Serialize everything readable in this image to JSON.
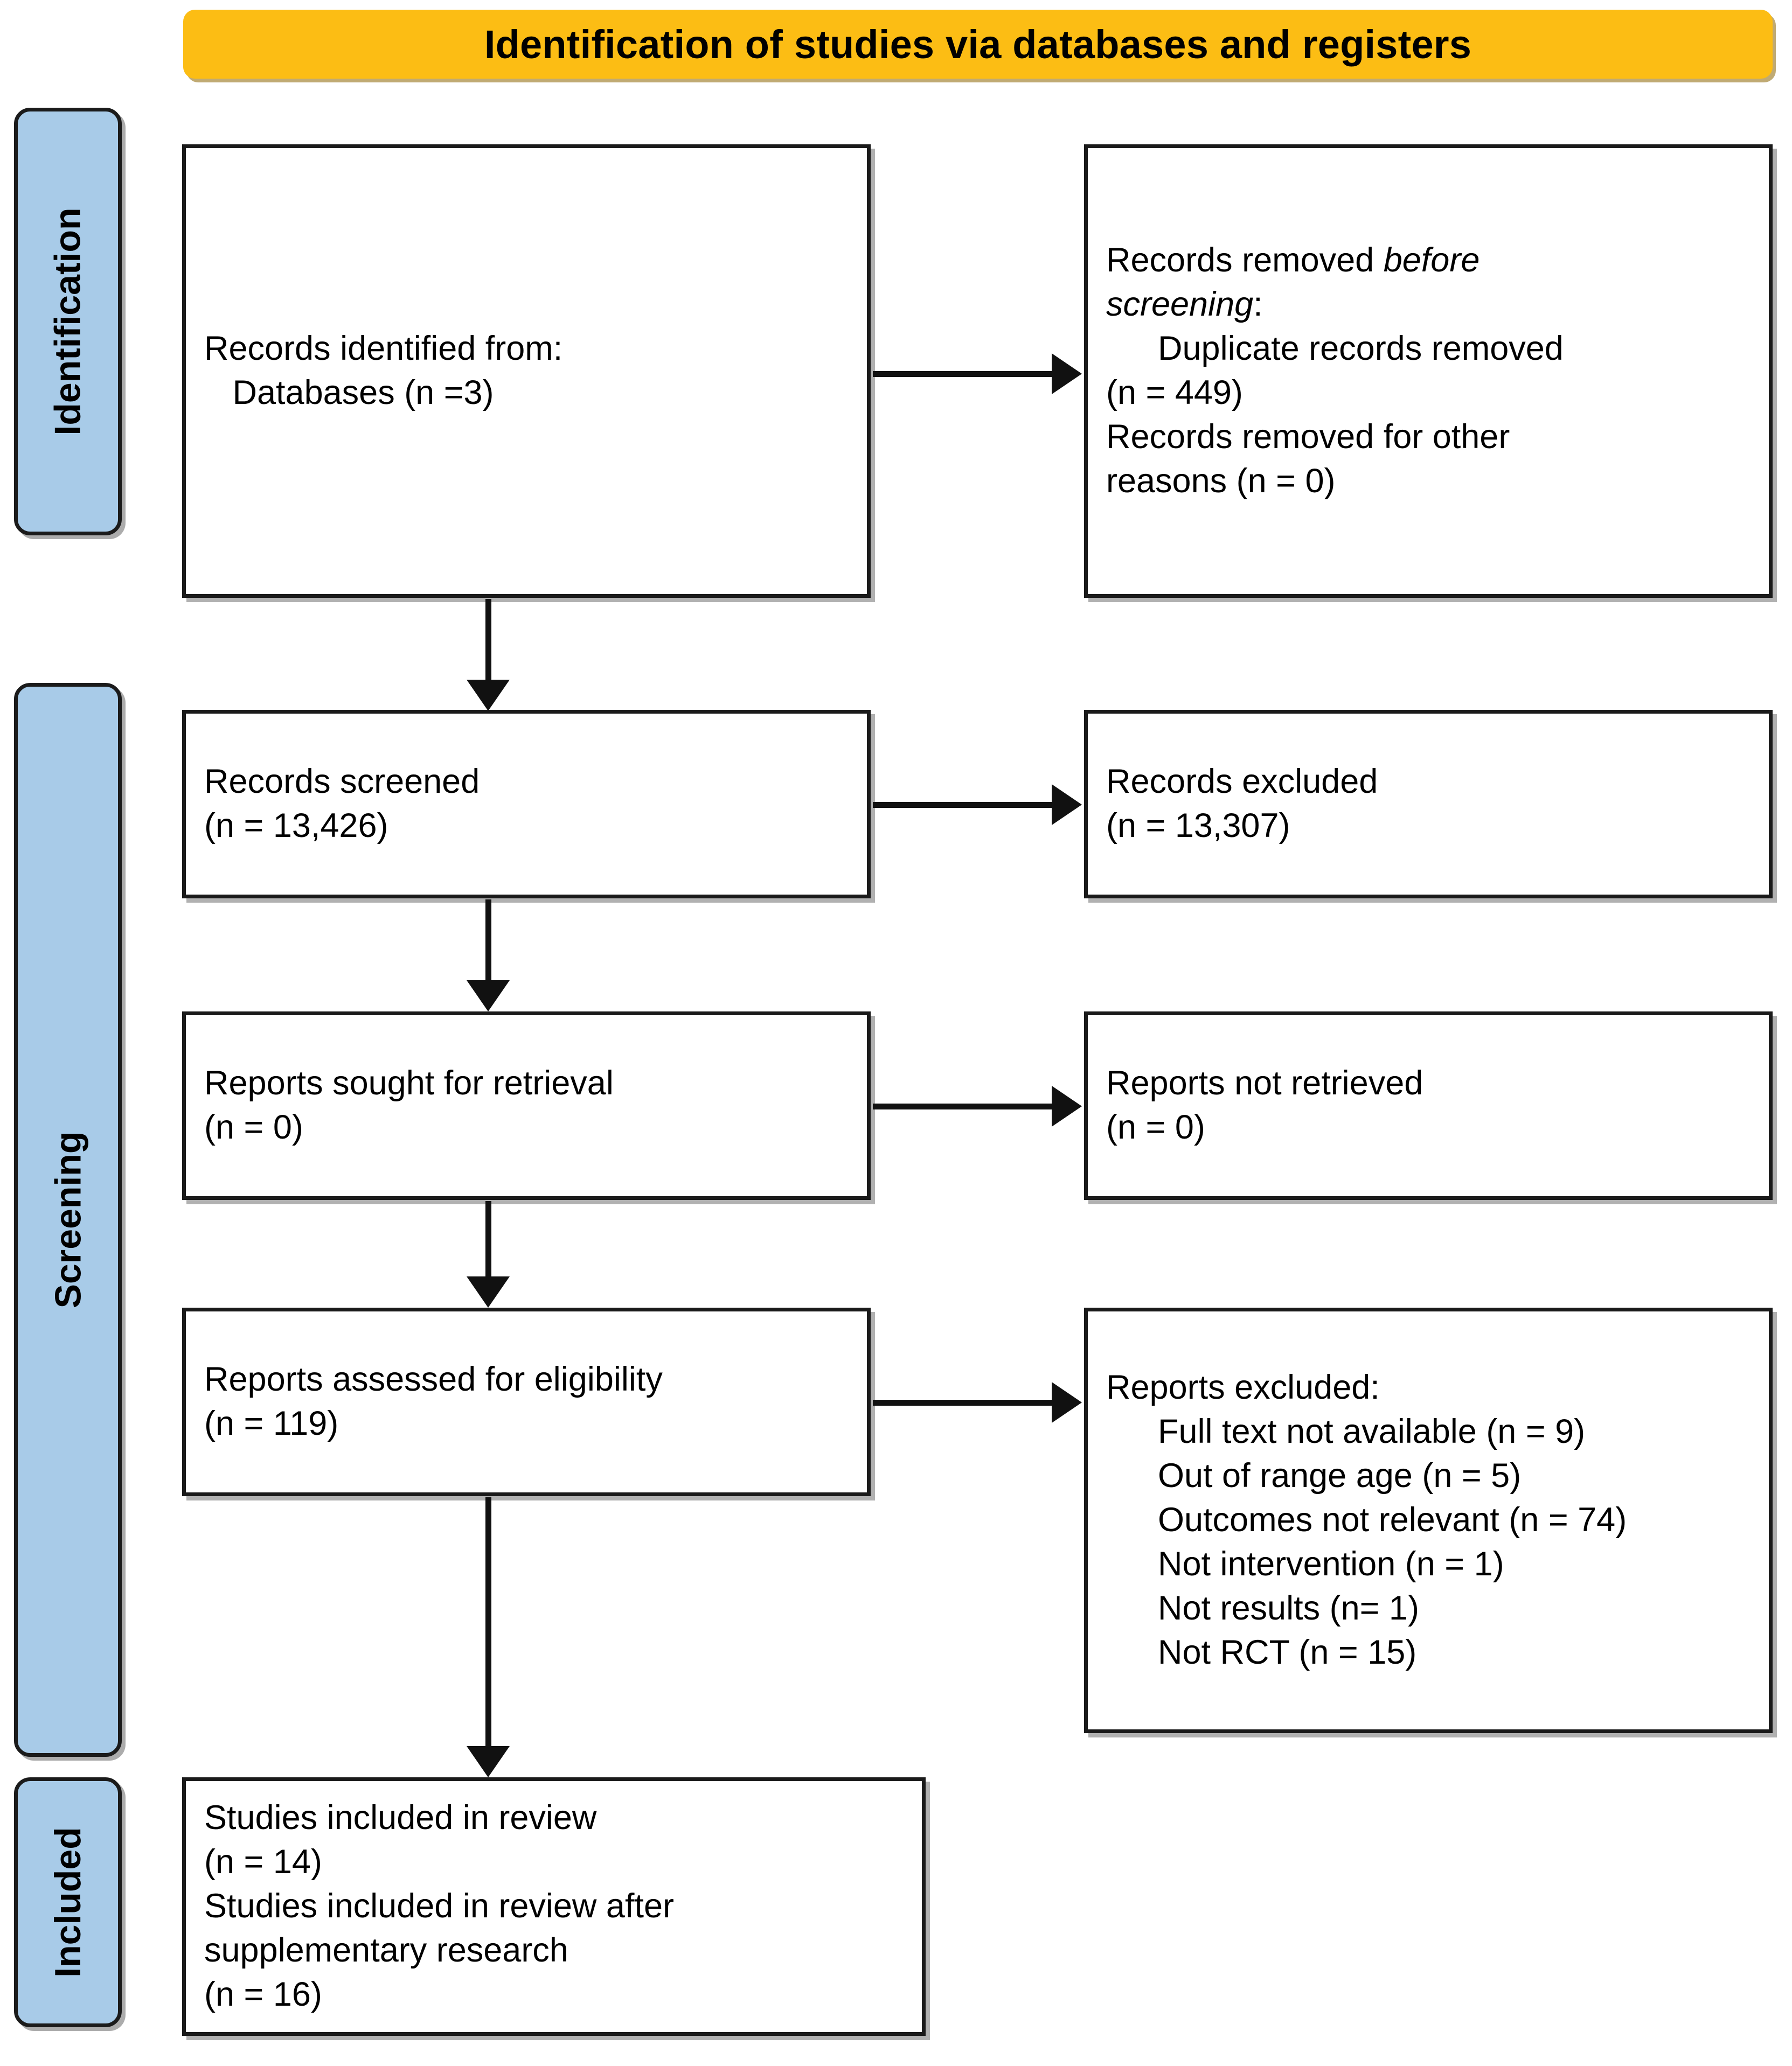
{
  "banner": {
    "title": "Identification of studies via databases and registers",
    "color": "#FCBD14"
  },
  "stages": {
    "accent_color": "#A8CBE8",
    "identification": "Identification",
    "screening": "Screening",
    "included": "Included"
  },
  "boxes": {
    "identified": {
      "name": "records-identified",
      "lines": [
        {
          "text": "Records identified from:",
          "indent": false
        },
        {
          "text": "   Databases (n =3)",
          "indent": false
        }
      ]
    },
    "removed_before_screening": {
      "name": "records-removed-before-screening",
      "lines": [
        {
          "text": "Records removed ",
          "italic_tail": "before",
          "indent": false
        },
        {
          "text": "screening",
          "italic_lead": true,
          "tail": ":",
          "indent": false
        },
        {
          "text": "Duplicate records removed",
          "indent": true
        },
        {
          "text": "(n = 449)",
          "indent": true
        },
        {
          "text": "Records removed for other",
          "indent": true
        },
        {
          "text": "reasons (n = 0)",
          "indent": true
        }
      ],
      "label_line1_plain": "Records removed ",
      "label_line1_italic": "before",
      "label_line2_italic": "screening",
      "label_line2_plain": ":",
      "detail": [
        "Duplicate records removed",
        "(n = 449)",
        "Records removed for other",
        "reasons (n = 0)"
      ]
    },
    "screened": {
      "name": "records-screened",
      "line1": "Records screened",
      "line2": "(n = 13,426)"
    },
    "records_excluded": {
      "name": "records-excluded",
      "line1": "Records excluded",
      "line2": "(n = 13,307)"
    },
    "sought": {
      "name": "reports-sought-for-retrieval",
      "line1": "Reports sought for retrieval",
      "line2": "(n = 0)"
    },
    "not_retrieved": {
      "name": "reports-not-retrieved",
      "line1": "Reports not retrieved",
      "line2": "(n = 0)"
    },
    "assessed": {
      "name": "reports-assessed-for-eligibility",
      "line1": "Reports assessed for eligibility",
      "line2": "(n = 119)"
    },
    "reports_excluded": {
      "name": "reports-excluded",
      "heading": "Reports excluded:",
      "reasons": [
        "Full text not available (n = 9)",
        "Out of range age (n = 5)",
        "Outcomes not relevant (n = 74)",
        "Not intervention (n = 1)",
        "Not results (n= 1)",
        "Not RCT (n = 15)"
      ]
    },
    "included": {
      "name": "studies-included-in-review",
      "line1": "Studies included in review",
      "line2": "(n = 14)",
      "line3": "Studies included in review after",
      "line4": "supplementary research",
      "line5": "(n = 16)"
    }
  },
  "chart_data": {
    "type": "diagram",
    "diagram_kind": "PRISMA 2020 flow diagram",
    "title": "Identification of studies via databases and registers",
    "stages": [
      "Identification",
      "Screening",
      "Included"
    ],
    "nodes": [
      {
        "id": "identified",
        "stage": "Identification",
        "label": "Records identified from: Databases",
        "n": 3
      },
      {
        "id": "removed_before_screening",
        "stage": "Identification",
        "label": "Records removed before screening",
        "duplicate_records_removed": 449,
        "removed_other_reasons": 0
      },
      {
        "id": "screened",
        "stage": "Screening",
        "label": "Records screened",
        "n": 13426
      },
      {
        "id": "records_excluded",
        "stage": "Screening",
        "label": "Records excluded",
        "n": 13307
      },
      {
        "id": "sought",
        "stage": "Screening",
        "label": "Reports sought for retrieval",
        "n": 0
      },
      {
        "id": "not_retrieved",
        "stage": "Screening",
        "label": "Reports not retrieved",
        "n": 0
      },
      {
        "id": "assessed",
        "stage": "Screening",
        "label": "Reports assessed for eligibility",
        "n": 119
      },
      {
        "id": "reports_excluded",
        "stage": "Screening",
        "label": "Reports excluded",
        "reasons": [
          {
            "reason": "Full text not available",
            "n": 9
          },
          {
            "reason": "Out of range age",
            "n": 5
          },
          {
            "reason": "Outcomes not relevant",
            "n": 74
          },
          {
            "reason": "Not intervention",
            "n": 1
          },
          {
            "reason": "Not results",
            "n": 1
          },
          {
            "reason": "Not RCT",
            "n": 15
          }
        ]
      },
      {
        "id": "included",
        "stage": "Included",
        "label": "Studies included in review",
        "n": 14,
        "n_after_supplementary_research": 16
      }
    ],
    "edges": [
      {
        "from": "identified",
        "to": "removed_before_screening",
        "direction": "right"
      },
      {
        "from": "identified",
        "to": "screened",
        "direction": "down"
      },
      {
        "from": "screened",
        "to": "records_excluded",
        "direction": "right"
      },
      {
        "from": "screened",
        "to": "sought",
        "direction": "down"
      },
      {
        "from": "sought",
        "to": "not_retrieved",
        "direction": "right"
      },
      {
        "from": "sought",
        "to": "assessed",
        "direction": "down"
      },
      {
        "from": "assessed",
        "to": "reports_excluded",
        "direction": "right"
      },
      {
        "from": "assessed",
        "to": "included",
        "direction": "down"
      }
    ]
  }
}
